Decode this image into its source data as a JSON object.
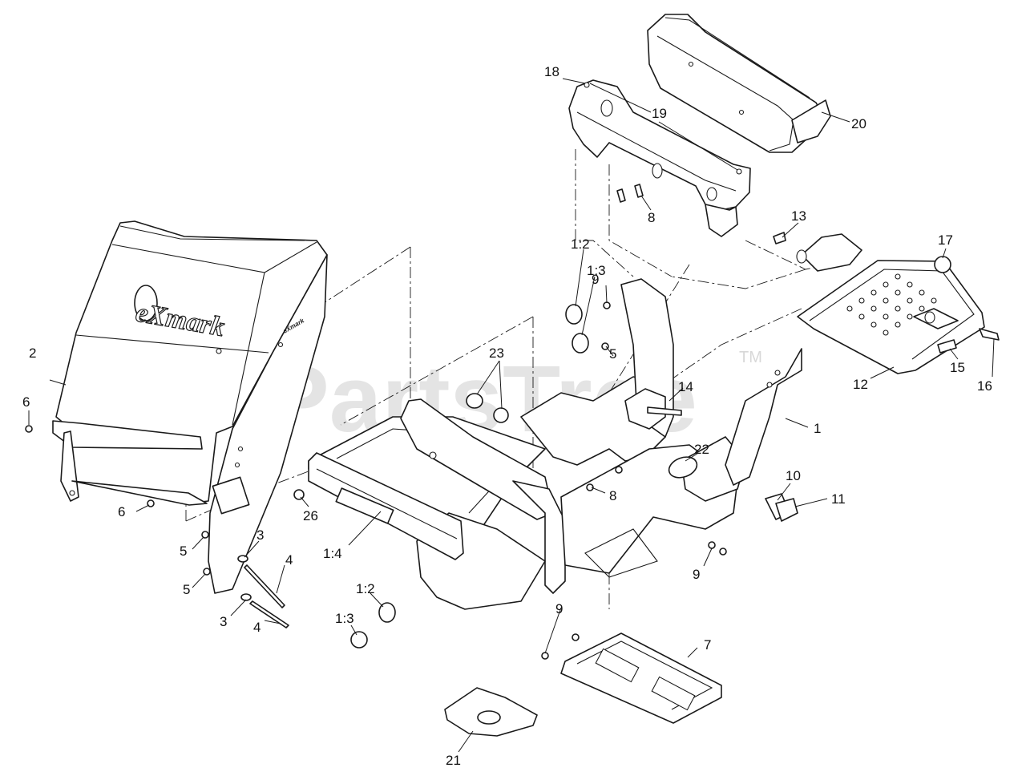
{
  "watermark": {
    "text": "PartsTree",
    "trademark": "TM"
  },
  "brand": {
    "logo_text": "eXmark",
    "small_logo_text": "eXmark"
  },
  "callouts": [
    {
      "id": "c18",
      "label": "18"
    },
    {
      "id": "c19a",
      "label": "19"
    },
    {
      "id": "c20",
      "label": "20"
    },
    {
      "id": "c8a",
      "label": "8"
    },
    {
      "id": "c13",
      "label": "13"
    },
    {
      "id": "c17",
      "label": "17"
    },
    {
      "id": "c9a",
      "label": "9"
    },
    {
      "id": "c12a",
      "label": "1:2"
    },
    {
      "id": "c13a",
      "label": "1:3"
    },
    {
      "id": "c5a",
      "label": "5"
    },
    {
      "id": "c23",
      "label": "23"
    },
    {
      "id": "c14",
      "label": "14"
    },
    {
      "id": "c12",
      "label": "12"
    },
    {
      "id": "c15",
      "label": "15"
    },
    {
      "id": "c16",
      "label": "16"
    },
    {
      "id": "c1",
      "label": "1"
    },
    {
      "id": "c2",
      "label": "2"
    },
    {
      "id": "c6a",
      "label": "6"
    },
    {
      "id": "c6b",
      "label": "6"
    },
    {
      "id": "c22",
      "label": "22"
    },
    {
      "id": "c10",
      "label": "10"
    },
    {
      "id": "c11",
      "label": "11"
    },
    {
      "id": "c8b",
      "label": "8"
    },
    {
      "id": "c26",
      "label": "26"
    },
    {
      "id": "c5b",
      "label": "5"
    },
    {
      "id": "c3a",
      "label": "3"
    },
    {
      "id": "c4a",
      "label": "4"
    },
    {
      "id": "c14b",
      "label": "1:4"
    },
    {
      "id": "c5c",
      "label": "5"
    },
    {
      "id": "c3b",
      "label": "3"
    },
    {
      "id": "c4b",
      "label": "4"
    },
    {
      "id": "c12b",
      "label": "1:2"
    },
    {
      "id": "c13b",
      "label": "1:3"
    },
    {
      "id": "c9b",
      "label": "9"
    },
    {
      "id": "c9c",
      "label": "9"
    },
    {
      "id": "c7",
      "label": "7"
    },
    {
      "id": "c21",
      "label": "21"
    }
  ]
}
